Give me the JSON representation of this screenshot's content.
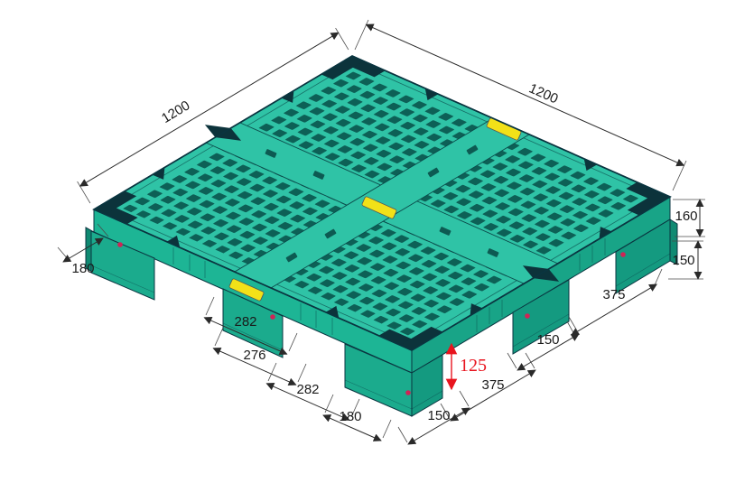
{
  "drawing": {
    "type": "isometric CAD dimension drawing",
    "subject": "plastic stackable pallet",
    "background": "#ffffff"
  },
  "colors": {
    "deck_top": "#2fc3a6",
    "skirt_left": "#1db595",
    "skirt_right": "#18a487",
    "leg_front_left": "#1bab8d",
    "leg_front_right": "#149a80",
    "leg_side_strip": "#0f8a72",
    "holes_dark": "#0d6056",
    "accent_dark": "#0c333b",
    "outline": "#0a3540",
    "sticker_yellow": "#f2e118",
    "leg_dot": "#cf2456",
    "dim_line": "#2a2a2a",
    "dim_text": "#1a1a1a",
    "dim_red": "#e8141e"
  },
  "stickers": {
    "count": 3,
    "color": "#f2e118",
    "text": ""
  },
  "dims": {
    "len_left": "1200",
    "len_right": "1200",
    "deck_height": "160",
    "leg_height_right": "150",
    "corner_width_left": "180",
    "leg_pitch_right_upper": "375",
    "leg_seg_front_upper": "282",
    "leg_width_right": "150",
    "leg_seg_front_mid": "276",
    "leg_height_center_red": "125",
    "leg_seg_front_lower": "282",
    "leg_pitch_right_lower": "375",
    "corner_width_front": "180",
    "leg_width_front": "150"
  }
}
